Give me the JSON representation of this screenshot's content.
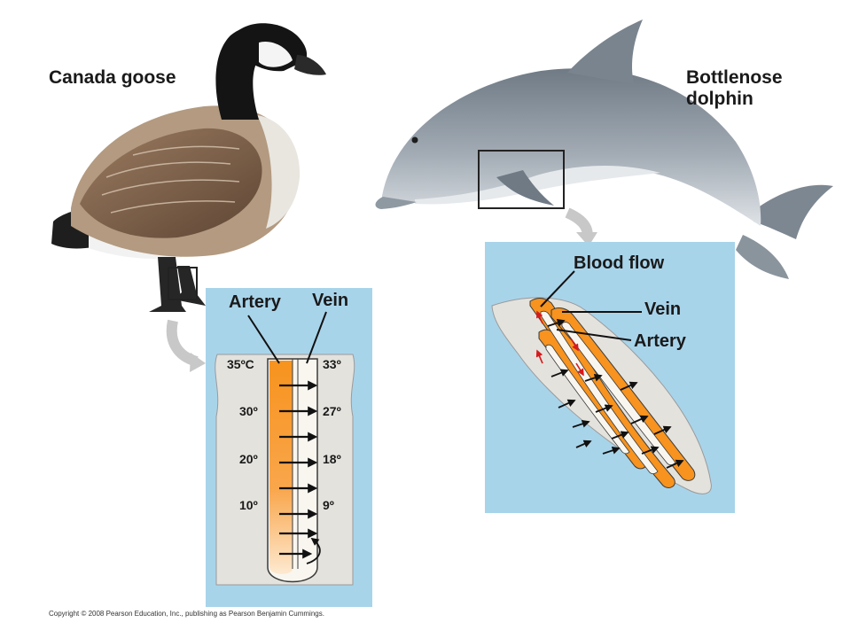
{
  "goose": {
    "title": "Canada goose",
    "artery_label": "Artery",
    "vein_label": "Vein",
    "artery_temps": [
      "35ºC",
      "30º",
      "20º",
      "10º"
    ],
    "vein_temps": [
      "33º",
      "27º",
      "18º",
      "9º"
    ]
  },
  "dolphin": {
    "title_line1": "Bottlenose",
    "title_line2": "dolphin",
    "blood_flow_label": "Blood flow",
    "vein_label": "Vein",
    "artery_label": "Artery"
  },
  "colors": {
    "panel": "#a8d4ea",
    "artery": "#f7931e",
    "vein_fill": "#f9f6f0",
    "tissue": "#e4e2dd",
    "dolphin": "#9aa3ac",
    "flow_arrow": "#d7191c"
  },
  "copyright": "Copyright © 2008 Pearson Education, Inc., publishing as Pearson Benjamin Cummings."
}
